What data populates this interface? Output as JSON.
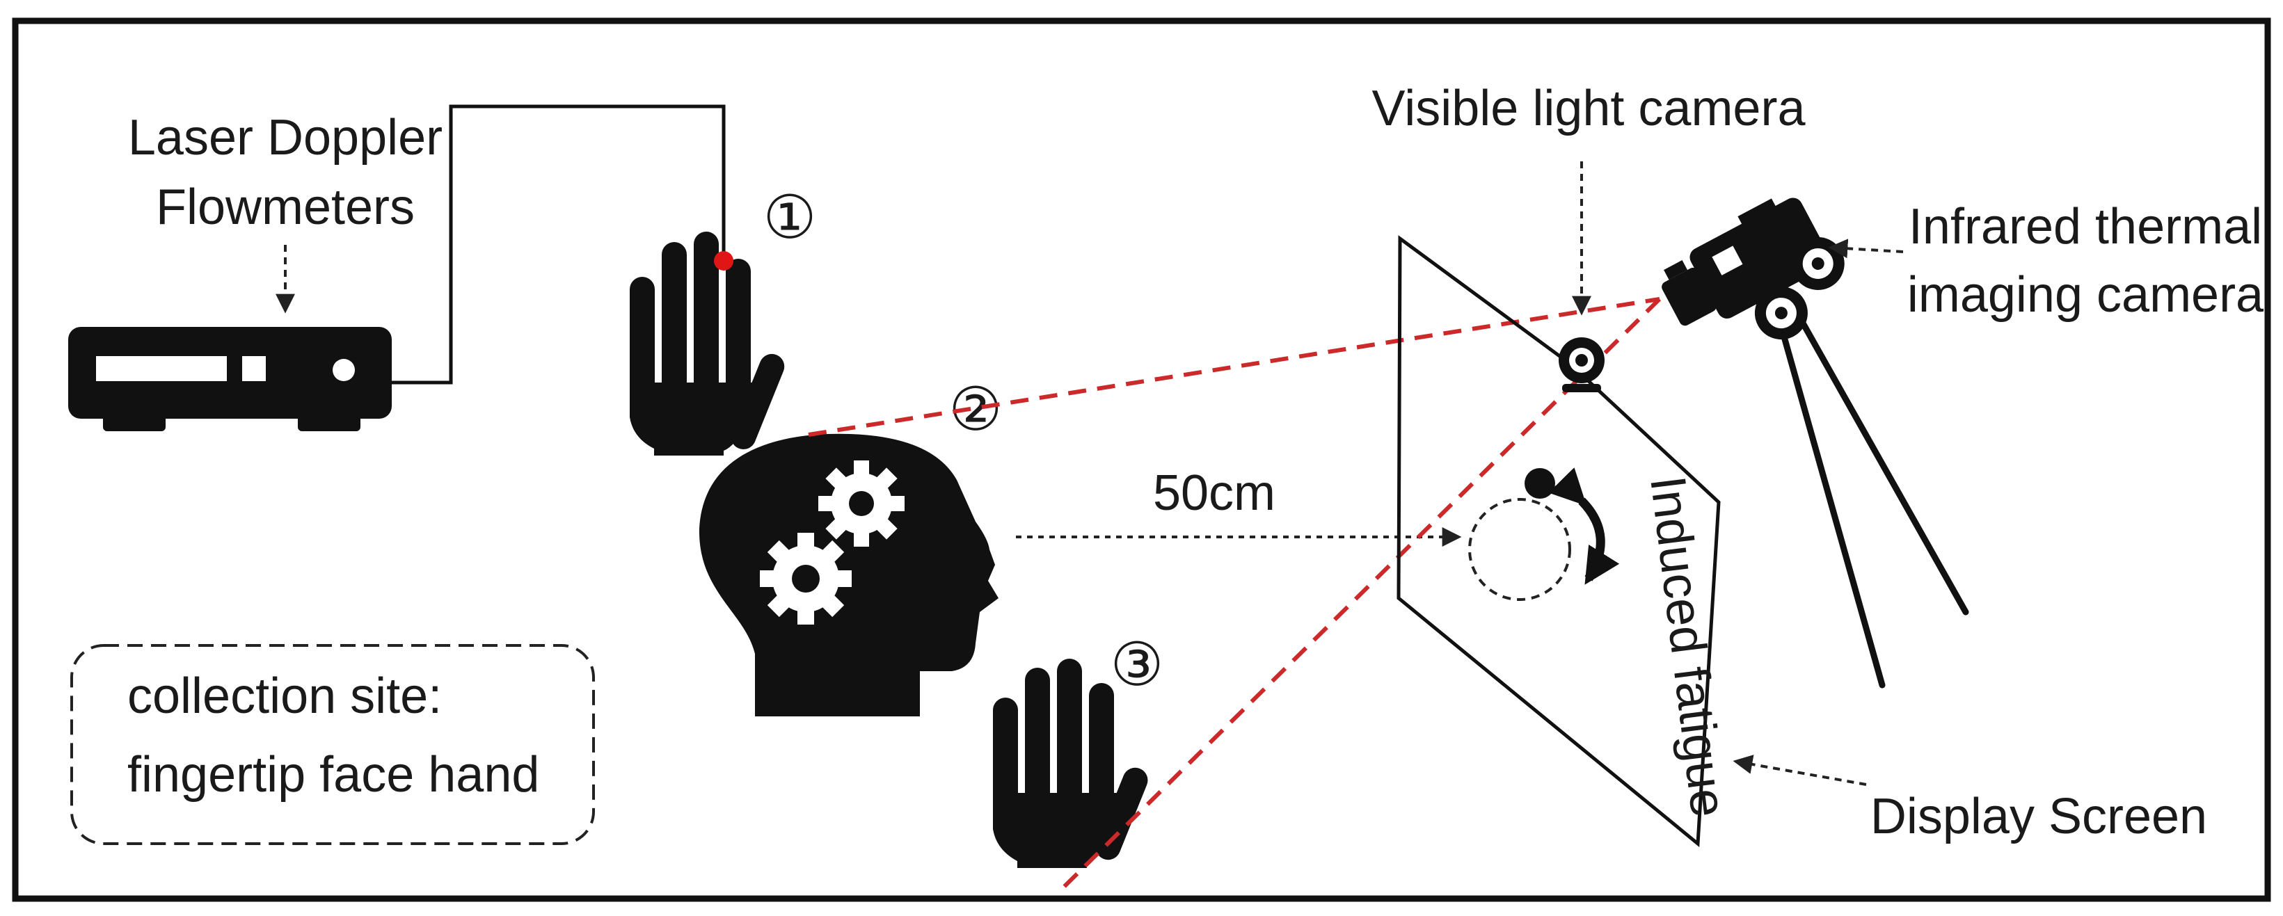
{
  "labels": {
    "laser_line1": "Laser Doppler",
    "laser_line2": "Flowmeters",
    "visible_camera": "Visible light camera",
    "infrared_line1": "Infrared thermal",
    "infrared_line2": "imaging camera",
    "distance": "50cm",
    "induced": "Induced fatigue",
    "display": "Display Screen",
    "site_line1": "collection site:",
    "site_line2": "fingertip face hand"
  },
  "markers": {
    "one": "①",
    "two": "②",
    "three": "③"
  },
  "icons": [
    "flowmeter-device-icon",
    "hand-icon",
    "head-gears-icon",
    "gear-icon",
    "webcam-icon",
    "thermal-camera-icon",
    "tripod-icon",
    "fixation-dot-icon",
    "rotation-arrow-icon"
  ],
  "colors": {
    "ink": "#111111",
    "laser": "#d12b2b",
    "sensor_dot": "#e01515",
    "dashed_line": "#cc2a2a"
  }
}
